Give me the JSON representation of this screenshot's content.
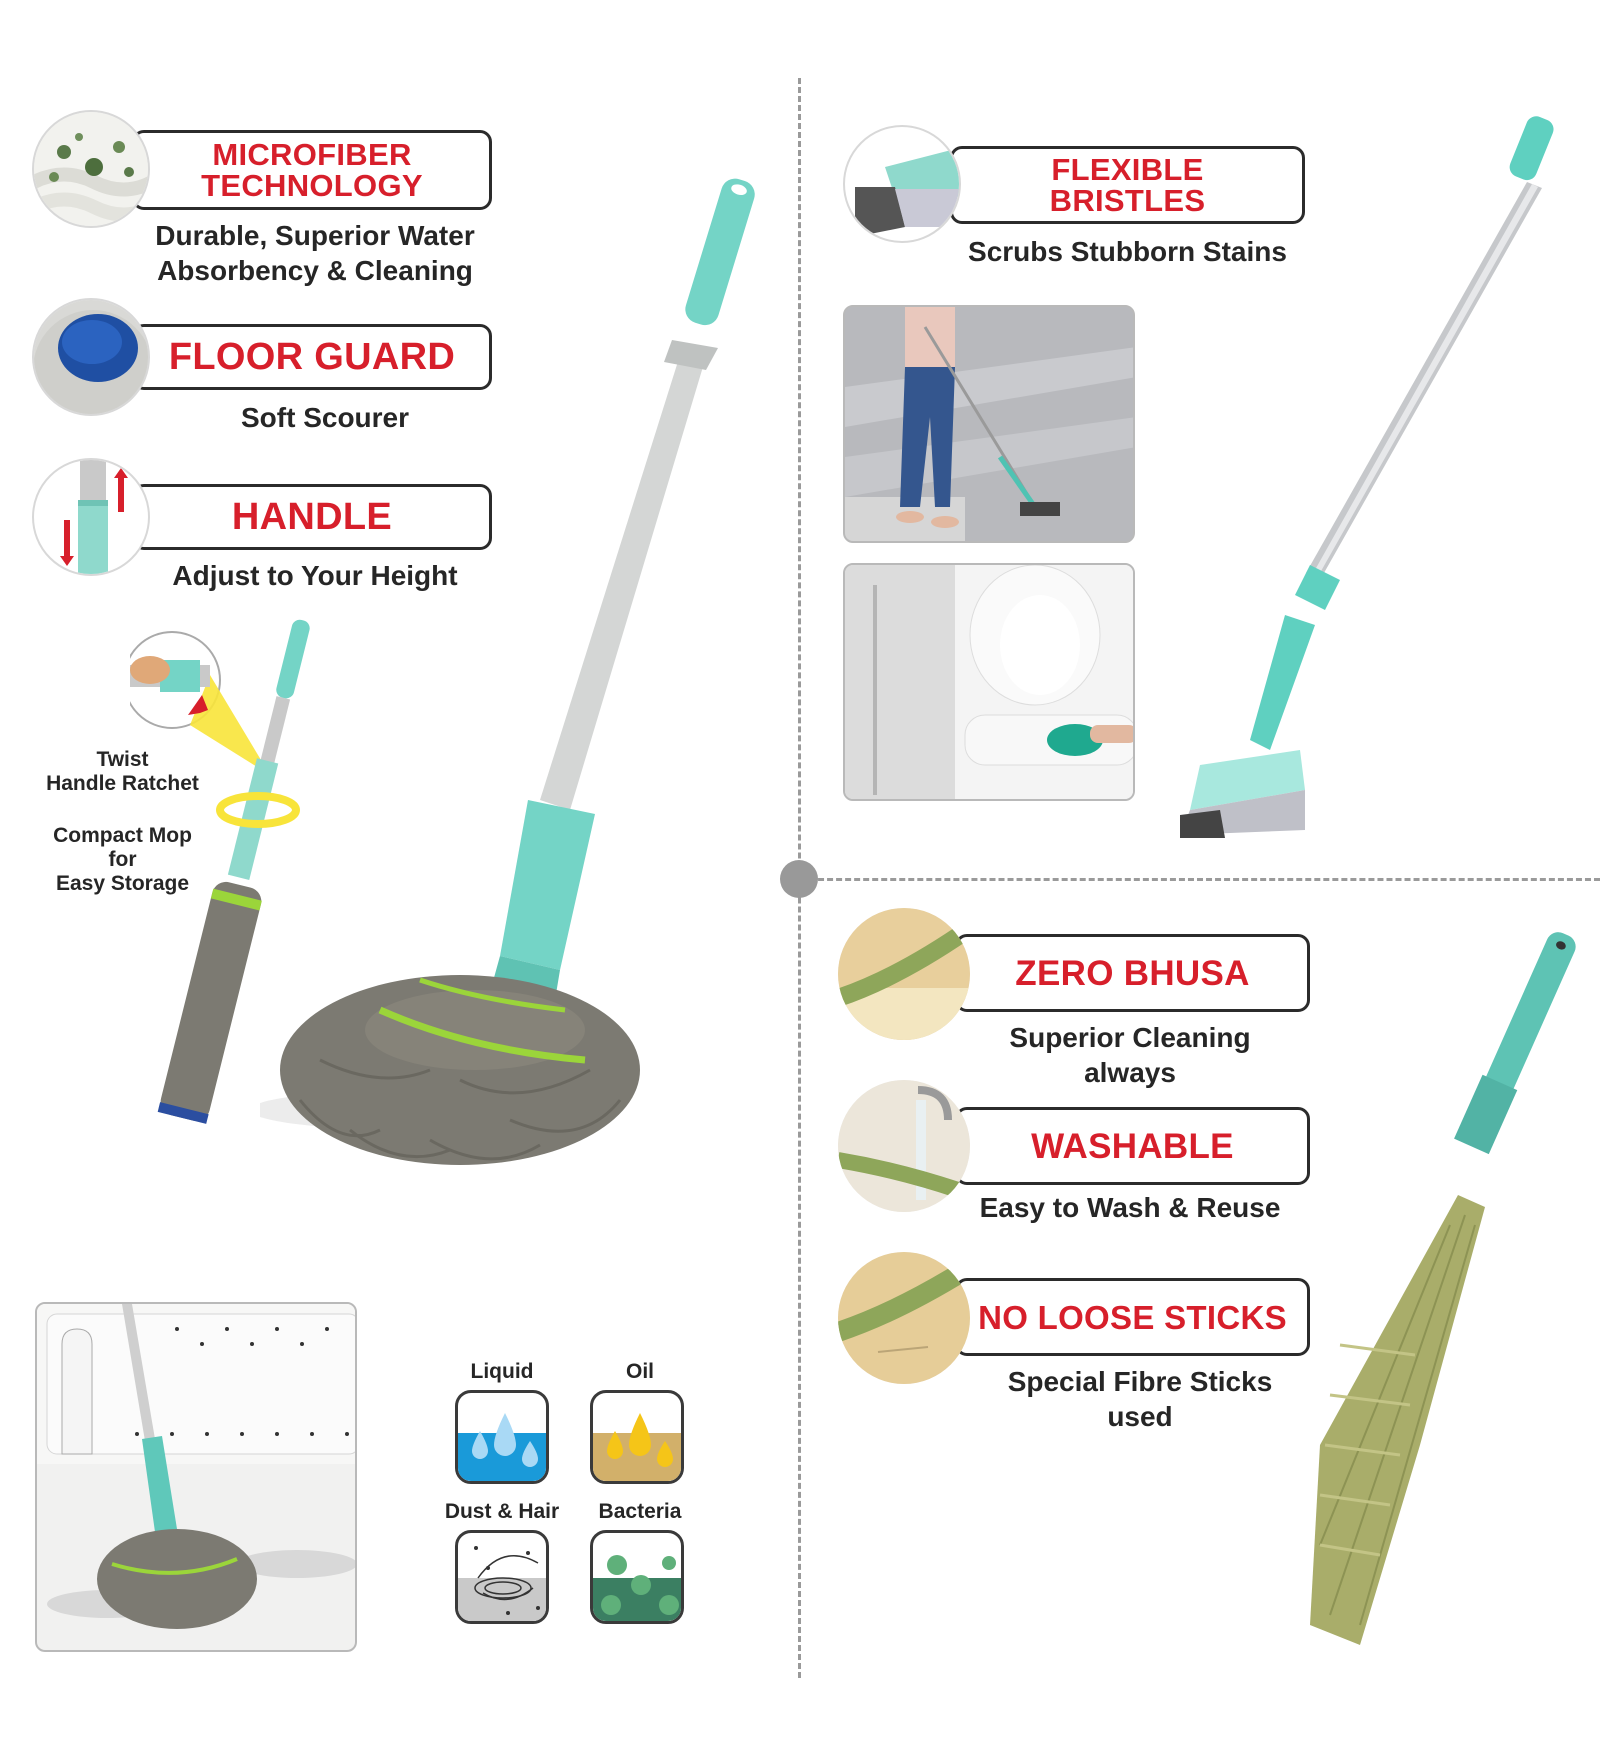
{
  "colors": {
    "accent_red": "#d71f2b",
    "pill_border": "#2b2b2b",
    "teal_plastic": "#6fd3c7",
    "mop_grey": "#7b7a72",
    "mop_band_green": "#9bd53a",
    "broom_straw": "#a9ad6a",
    "divider_grey": "#9a9a9a"
  },
  "mop_section": {
    "features": [
      {
        "icon": "microfiber-closeup-icon",
        "title_line1": "MICROFIBER",
        "title_line2": "TECHNOLOGY",
        "desc_line1": "Durable, Superior Water",
        "desc_line2": "Absorbency & Cleaning"
      },
      {
        "icon": "floor-guard-scourer-icon",
        "title_line1": "FLOOR GUARD",
        "desc_line1": "Soft Scourer"
      },
      {
        "icon": "adjustable-handle-icon",
        "title_line1": "HANDLE",
        "desc_line1": "Adjust to Your Height"
      }
    ],
    "twist": {
      "label_line1": "Twist",
      "label_line2": "Handle Ratchet",
      "compact_line1": "Compact Mop",
      "compact_line2": "for",
      "compact_line3": "Easy Storage"
    },
    "surfaces": [
      {
        "label": "Liquid",
        "icon": "liquid-drops-icon",
        "fill": "#1a9ad9",
        "drop": "#a9d9f5"
      },
      {
        "label": "Oil",
        "icon": "oil-drops-icon",
        "fill": "#d2b06a",
        "drop": "#f5c518"
      },
      {
        "label": "Dust & Hair",
        "icon": "dust-hair-icon",
        "fill": "#c9c9c9"
      },
      {
        "label": "Bacteria",
        "icon": "bacteria-icon",
        "fill": "#3b7f62",
        "germ": "#5fb07a"
      }
    ]
  },
  "brush_section": {
    "feature": {
      "icon": "bristles-closeup-icon",
      "title_line1": "FLEXIBLE",
      "title_line2": "BRISTLES",
      "desc_line1": "Scrubs Stubborn Stains"
    }
  },
  "broom_section": {
    "features": [
      {
        "icon": "zero-bhusa-icon",
        "title_line1": "ZERO BHUSA",
        "desc_line1": "Superior Cleaning",
        "desc_line2": "always"
      },
      {
        "icon": "washable-tap-icon",
        "title_line1": "WASHABLE",
        "desc_line1": "Easy to Wash & Reuse"
      },
      {
        "icon": "no-loose-sticks-icon",
        "title_line1": "NO LOOSE STICKS",
        "desc_line1": "Special Fibre Sticks",
        "desc_line2": "used"
      }
    ]
  }
}
